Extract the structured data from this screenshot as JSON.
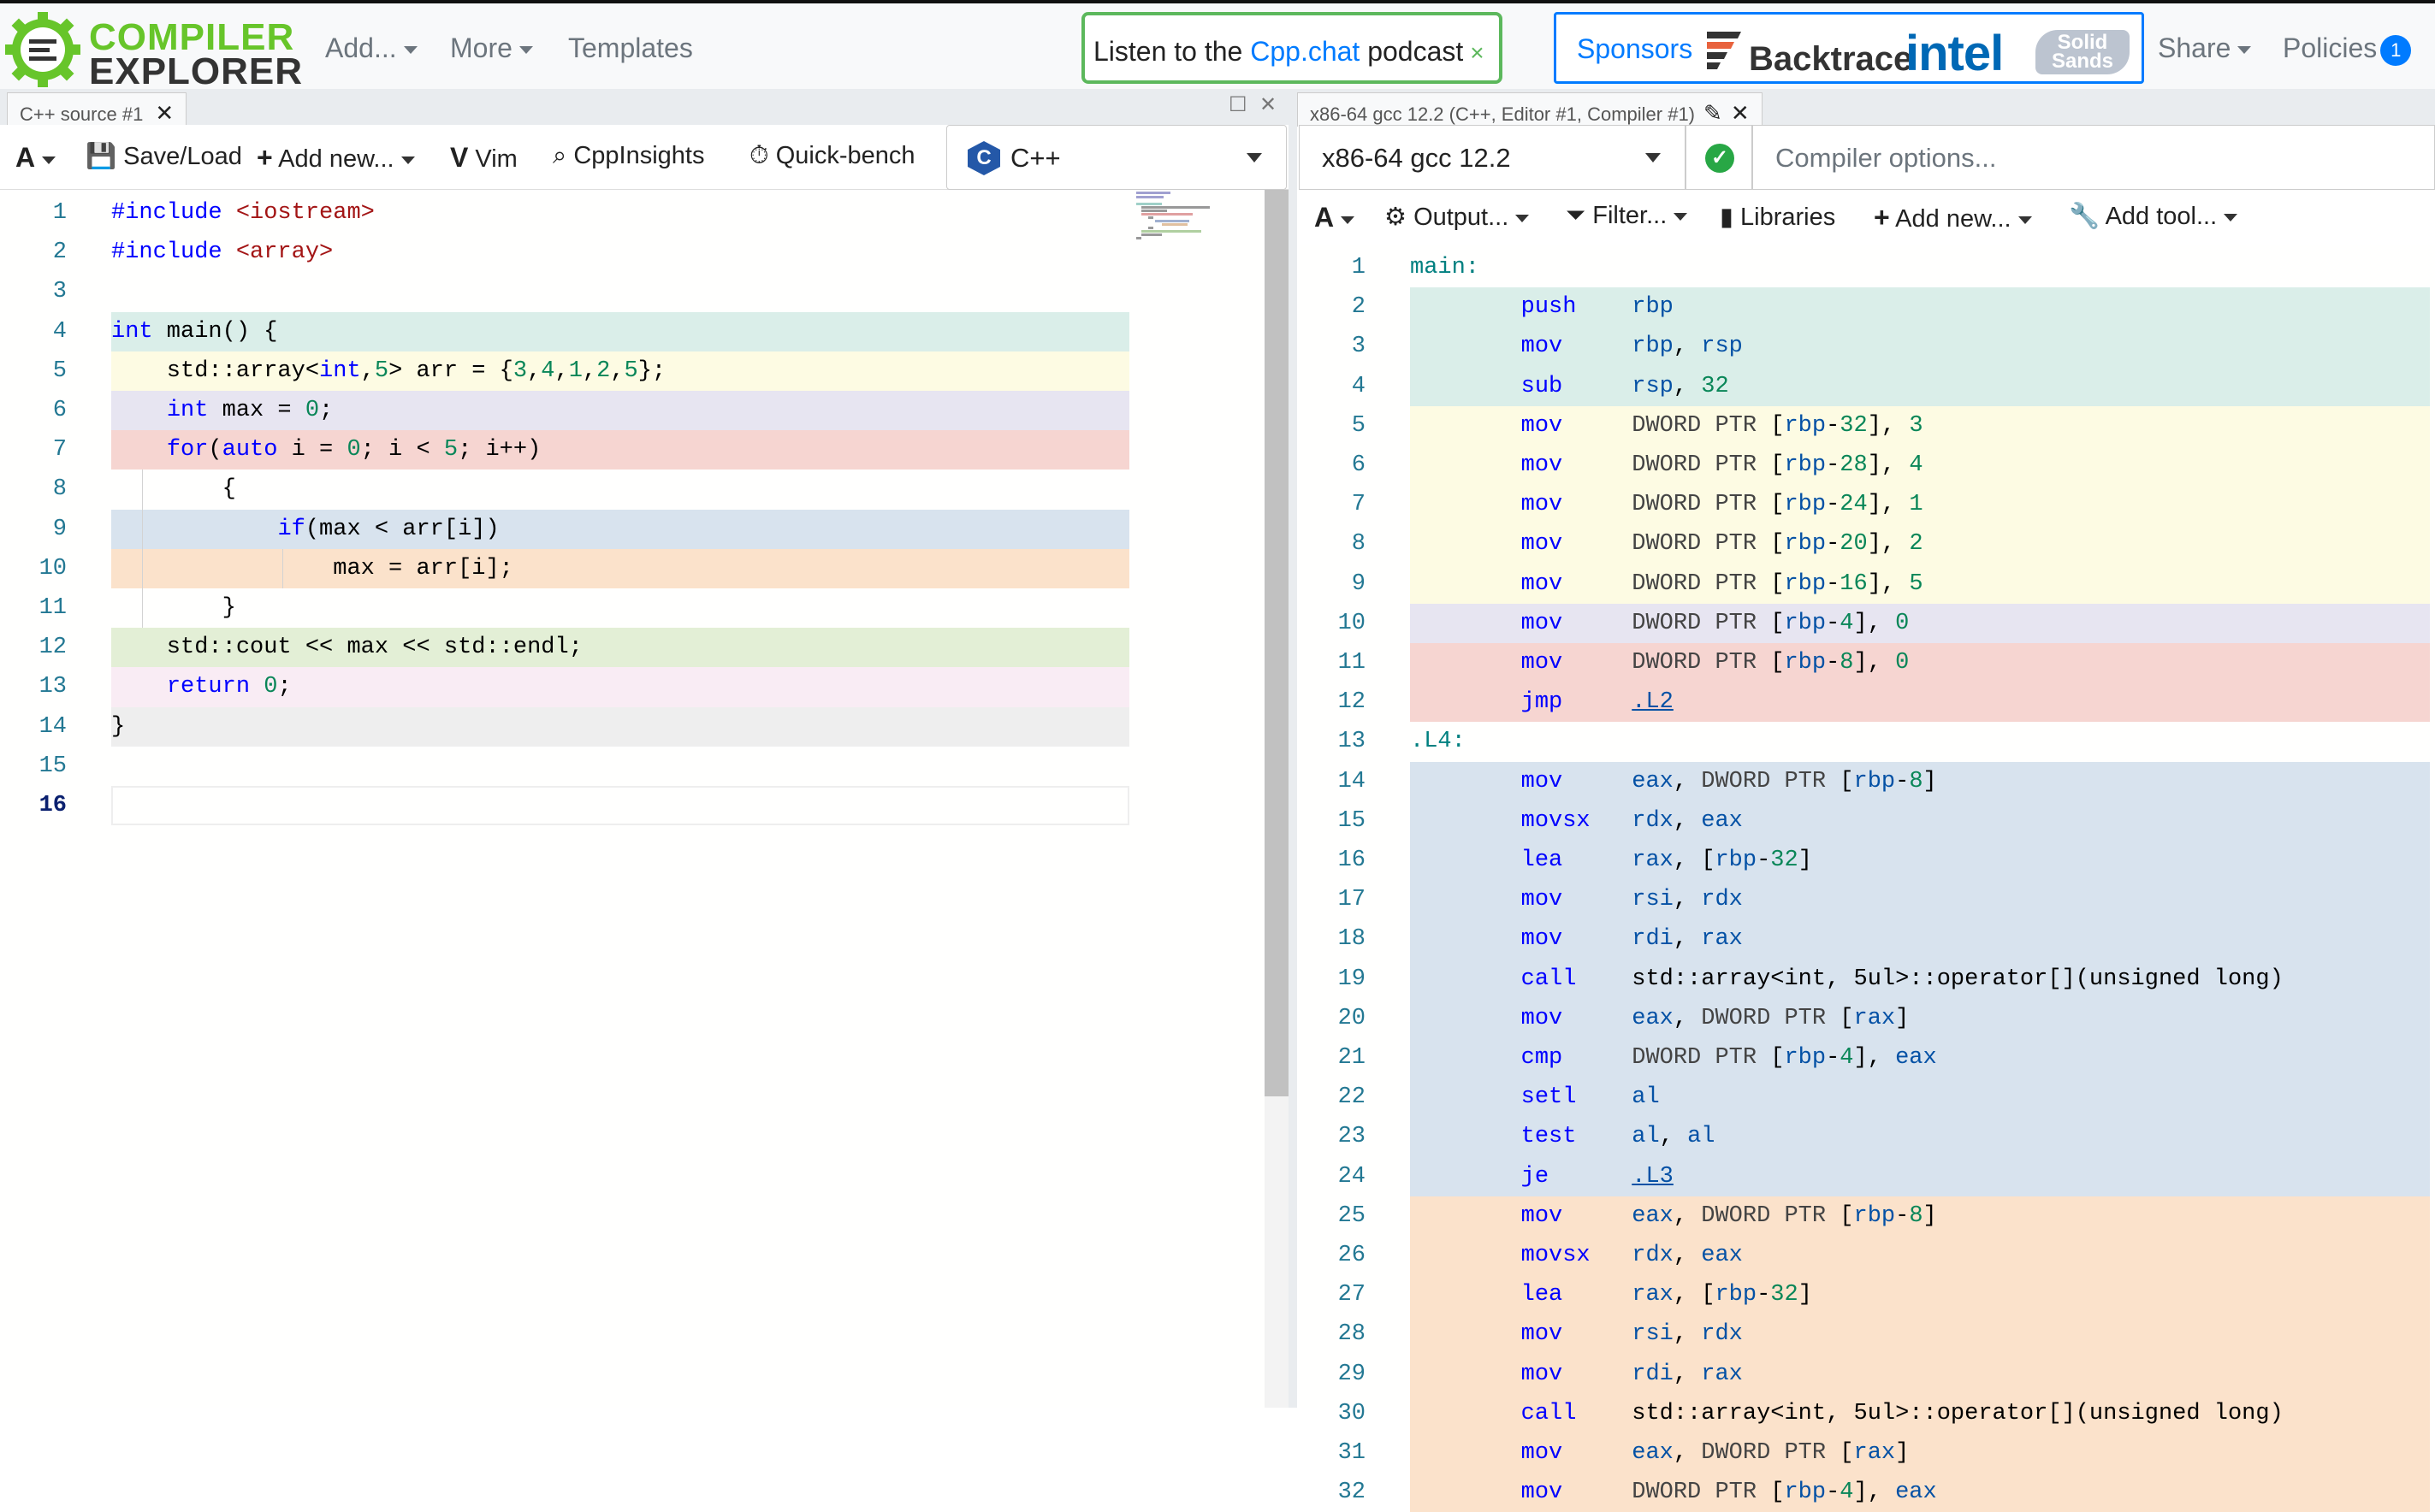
{
  "app": {
    "logo_line1": "COMPILER",
    "logo_line2": "EXPLORER",
    "nav": {
      "add": "Add...",
      "more": "More",
      "templates": "Templates",
      "share": "Share",
      "policies": "Policies",
      "policies_badge": "1"
    },
    "podcast": {
      "prefix": "Listen to the ",
      "link": "Cpp.chat",
      "suffix": " podcast",
      "close": "×"
    },
    "sponsors": {
      "label": "Sponsors",
      "backtrace": "Backtrace",
      "intel": "intel",
      "solidsands_1": "Solid",
      "solidsands_2": "Sands"
    }
  },
  "source_pane": {
    "tab_title": "C++ source #1",
    "toolbar": {
      "font": "A",
      "save_load": "Save/Load",
      "add_new": "Add new...",
      "vim": "Vim",
      "cppinsights": "CppInsights",
      "quickbench": "Quick-bench"
    },
    "language": "C++",
    "lines": [
      "#include <iostream>",
      "#include <array>",
      "",
      "int main() {",
      "    std::array<int,5> arr = {3,4,1,2,5};",
      "    int max = 0;",
      "    for(auto i = 0; i < 5; i++)",
      "        {",
      "            if(max < arr[i])",
      "                max = arr[i];",
      "        }",
      "    std::cout << max << std::endl;",
      "    return 0;",
      "}",
      "",
      ""
    ],
    "current_line": 16
  },
  "compiler_pane": {
    "tab_title": "x86-64 gcc 12.2 (C++, Editor #1, Compiler #1)",
    "compiler": "x86-64 gcc 12.2",
    "options_placeholder": "Compiler options...",
    "toolbar": {
      "font": "A",
      "output": "Output...",
      "filter": "Filter...",
      "libraries": "Libraries",
      "add_new": "Add new...",
      "add_tool": "Add tool..."
    },
    "asm_lines": [
      {
        "label": "main:"
      },
      {
        "op": "push",
        "args": "rbp"
      },
      {
        "op": "mov",
        "args": "rbp, rsp"
      },
      {
        "op": "sub",
        "args": "rsp, 32"
      },
      {
        "op": "mov",
        "args": "DWORD PTR [rbp-32], 3"
      },
      {
        "op": "mov",
        "args": "DWORD PTR [rbp-28], 4"
      },
      {
        "op": "mov",
        "args": "DWORD PTR [rbp-24], 1"
      },
      {
        "op": "mov",
        "args": "DWORD PTR [rbp-20], 2"
      },
      {
        "op": "mov",
        "args": "DWORD PTR [rbp-16], 5"
      },
      {
        "op": "mov",
        "args": "DWORD PTR [rbp-4], 0"
      },
      {
        "op": "mov",
        "args": "DWORD PTR [rbp-8], 0"
      },
      {
        "op": "jmp",
        "args": ".L2"
      },
      {
        "label": ".L4:"
      },
      {
        "op": "mov",
        "args": "eax, DWORD PTR [rbp-8]"
      },
      {
        "op": "movsx",
        "args": "rdx, eax"
      },
      {
        "op": "lea",
        "args": "rax, [rbp-32]"
      },
      {
        "op": "mov",
        "args": "rsi, rdx"
      },
      {
        "op": "mov",
        "args": "rdi, rax"
      },
      {
        "op": "call",
        "args": "std::array<int, 5ul>::operator[](unsigned long)"
      },
      {
        "op": "mov",
        "args": "eax, DWORD PTR [rax]"
      },
      {
        "op": "cmp",
        "args": "DWORD PTR [rbp-4], eax"
      },
      {
        "op": "setl",
        "args": "al"
      },
      {
        "op": "test",
        "args": "al, al"
      },
      {
        "op": "je",
        "args": ".L3"
      },
      {
        "op": "mov",
        "args": "eax, DWORD PTR [rbp-8]"
      },
      {
        "op": "movsx",
        "args": "rdx, eax"
      },
      {
        "op": "lea",
        "args": "rax, [rbp-32]"
      },
      {
        "op": "mov",
        "args": "rsi, rdx"
      },
      {
        "op": "mov",
        "args": "rdi, rax"
      },
      {
        "op": "call",
        "args": "std::array<int, 5ul>::operator[](unsigned long)"
      },
      {
        "op": "mov",
        "args": "eax, DWORD PTR [rax]"
      },
      {
        "op": "mov",
        "args": "DWORD PTR [rbp-4], eax"
      }
    ]
  },
  "colors": {
    "teal": "#daeee9",
    "yellow": "#fdfbe3",
    "lavender": "#e7e5f1",
    "red": "#f6d5d1",
    "blue": "#d8e3ee",
    "orange": "#fbe2cb",
    "green": "#e3efd6",
    "pink": "#f9ecf4",
    "gray": "#eeeeee",
    "accent": "#67c52a",
    "link": "#007bff"
  },
  "source_line_colors": [
    null,
    null,
    null,
    "teal",
    "yellow",
    "lavender",
    "red",
    null,
    "blue",
    "orange",
    null,
    "green",
    "pink",
    "gray",
    null,
    null
  ],
  "asm_line_colors": [
    null,
    "teal",
    "teal",
    "teal",
    "yellow",
    "yellow",
    "yellow",
    "yellow",
    "yellow",
    "lavender",
    "red",
    "red",
    null,
    "blue",
    "blue",
    "blue",
    "blue",
    "blue",
    "blue",
    "blue",
    "blue",
    "blue",
    "blue",
    "blue",
    "orange",
    "orange",
    "orange",
    "orange",
    "orange",
    "orange",
    "orange",
    "orange"
  ]
}
